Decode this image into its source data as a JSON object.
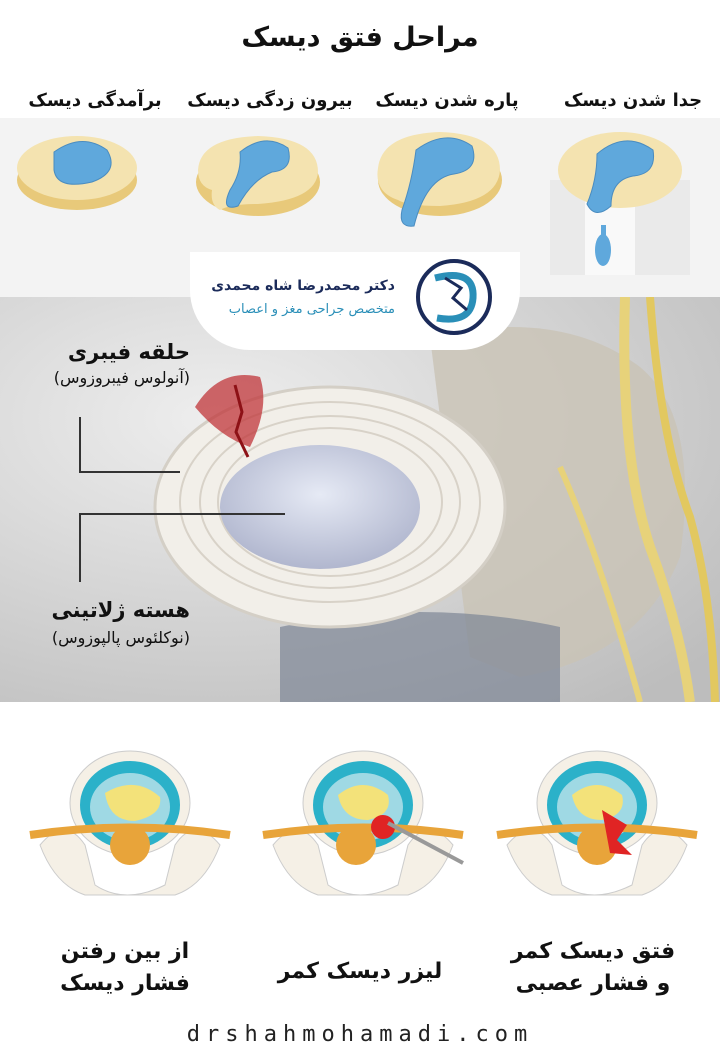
{
  "title": "مراحل فتق دیسک",
  "stages": [
    {
      "label": "جدا شدن دیسک"
    },
    {
      "label": "پاره شدن دیسک"
    },
    {
      "label": "بیرون زدگی دیسک"
    },
    {
      "label": "برآمدگی دیسک"
    }
  ],
  "doctor": {
    "name": "دکتر محمدرضا شاه محمدی",
    "specialty": "متخصص جراحی مغز و اعصاب"
  },
  "anatomy": {
    "annulus_title": "حلقه فیبری",
    "annulus_sub": "(آنولوس فیبروزوس)",
    "nucleus_title": "هسته ژلاتینی",
    "nucleus_sub": "(نوکلئوس پالپوزوس)"
  },
  "treatments": [
    {
      "line1": "فتق دیسک کمر",
      "line2": "و فشار عصبی"
    },
    {
      "line1": "لیزر دیسک کمر",
      "line2": ""
    },
    {
      "line1": "از بین رفتن",
      "line2": "فشار دیسک"
    }
  ],
  "website": "drshahmohamadi.com",
  "colors": {
    "disc": "#f4dfa8",
    "nucleus": "#5fa8dc",
    "ring": "#2bb1c9"
  }
}
